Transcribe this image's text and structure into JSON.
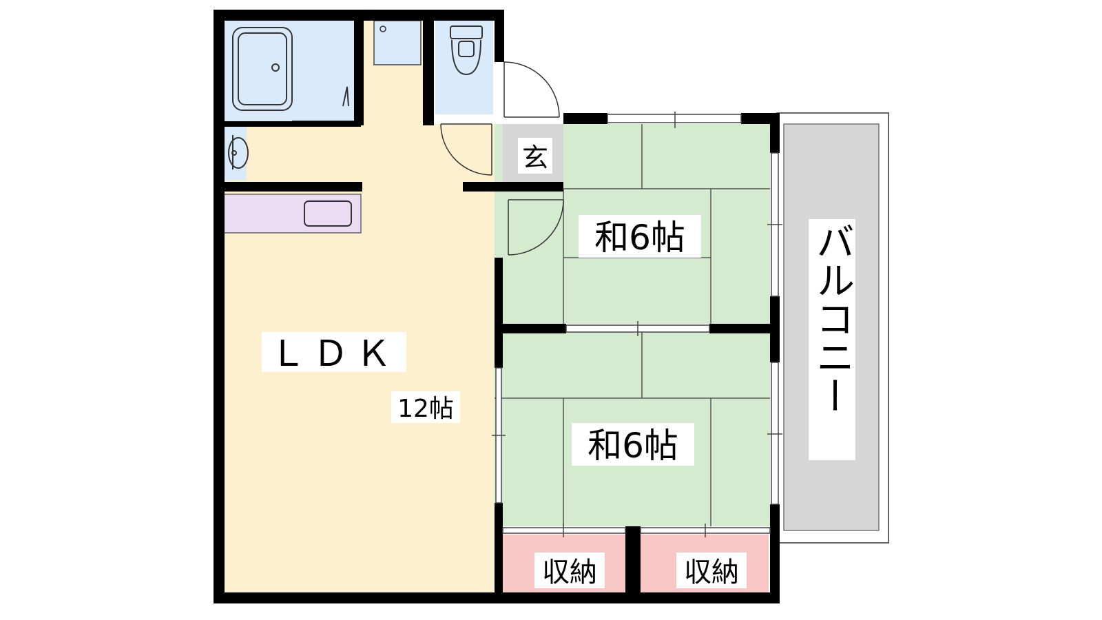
{
  "rooms": {
    "ldk": {
      "name": "ＬＤＫ",
      "size": "12帖"
    },
    "washitsu_upper": {
      "name": "和6帖"
    },
    "washitsu_lower": {
      "name": "和6帖"
    },
    "genkan": {
      "name": "玄"
    },
    "balcony": {
      "name": "バルコニー"
    },
    "storage_left": {
      "name": "収納"
    },
    "storage_right": {
      "name": "収納"
    }
  },
  "colors": {
    "ldk": "#fdf0cf",
    "tatami": "#d5ebd0",
    "wet_area": "#d9eafb",
    "kitchen": "#ecdcf3",
    "storage": "#f9c6c6",
    "genkan": "#d6d6d6",
    "balcony": "#d6d6d6",
    "wall": "#000000"
  }
}
